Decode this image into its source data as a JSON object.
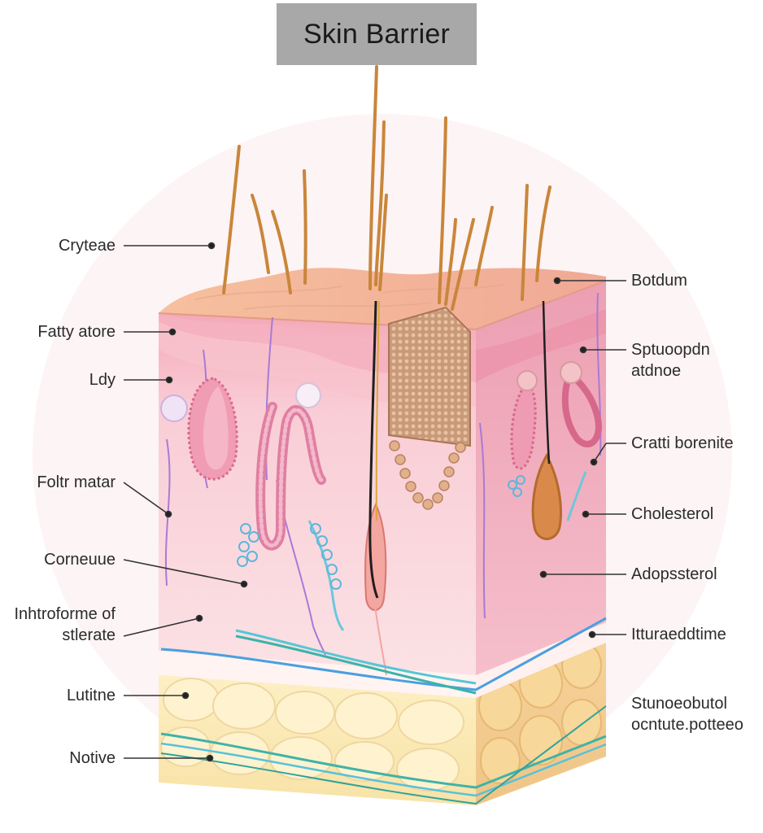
{
  "title": "Skin Barrier",
  "labels_left": [
    {
      "id": "l1",
      "text": "Cryteae"
    },
    {
      "id": "l2",
      "text": "Fatty atore"
    },
    {
      "id": "l3",
      "text": "Ldy"
    },
    {
      "id": "l4",
      "text": "Foltr matar"
    },
    {
      "id": "l5",
      "text": "Corneuue"
    },
    {
      "id": "l6",
      "text": "Inhtroforme of\nstlerate"
    },
    {
      "id": "l7",
      "text": "Lutitne"
    },
    {
      "id": "l8",
      "text": "Notive"
    }
  ],
  "labels_right": [
    {
      "id": "r1",
      "text": "Botdum"
    },
    {
      "id": "r2",
      "text": "Sptuoopdn\natdnoe"
    },
    {
      "id": "r3",
      "text": "Cratti borenite"
    },
    {
      "id": "r4",
      "text": "Cholesterol"
    },
    {
      "id": "r5",
      "text": "Adopssterol"
    },
    {
      "id": "r6",
      "text": "Itturaeddtime"
    },
    {
      "id": "r7",
      "text": "Stunoeobutol\nocntute.potteeo"
    }
  ],
  "colors": {
    "epidermis_top": "#f2b79a",
    "dermis": "#f7c8d0",
    "dermis_side": "#ef9fb2",
    "fat": "#fbe9b9",
    "hair": "#c9863a",
    "blood_vessel": "#56b6d6",
    "nerve": "#9b6ccf"
  }
}
